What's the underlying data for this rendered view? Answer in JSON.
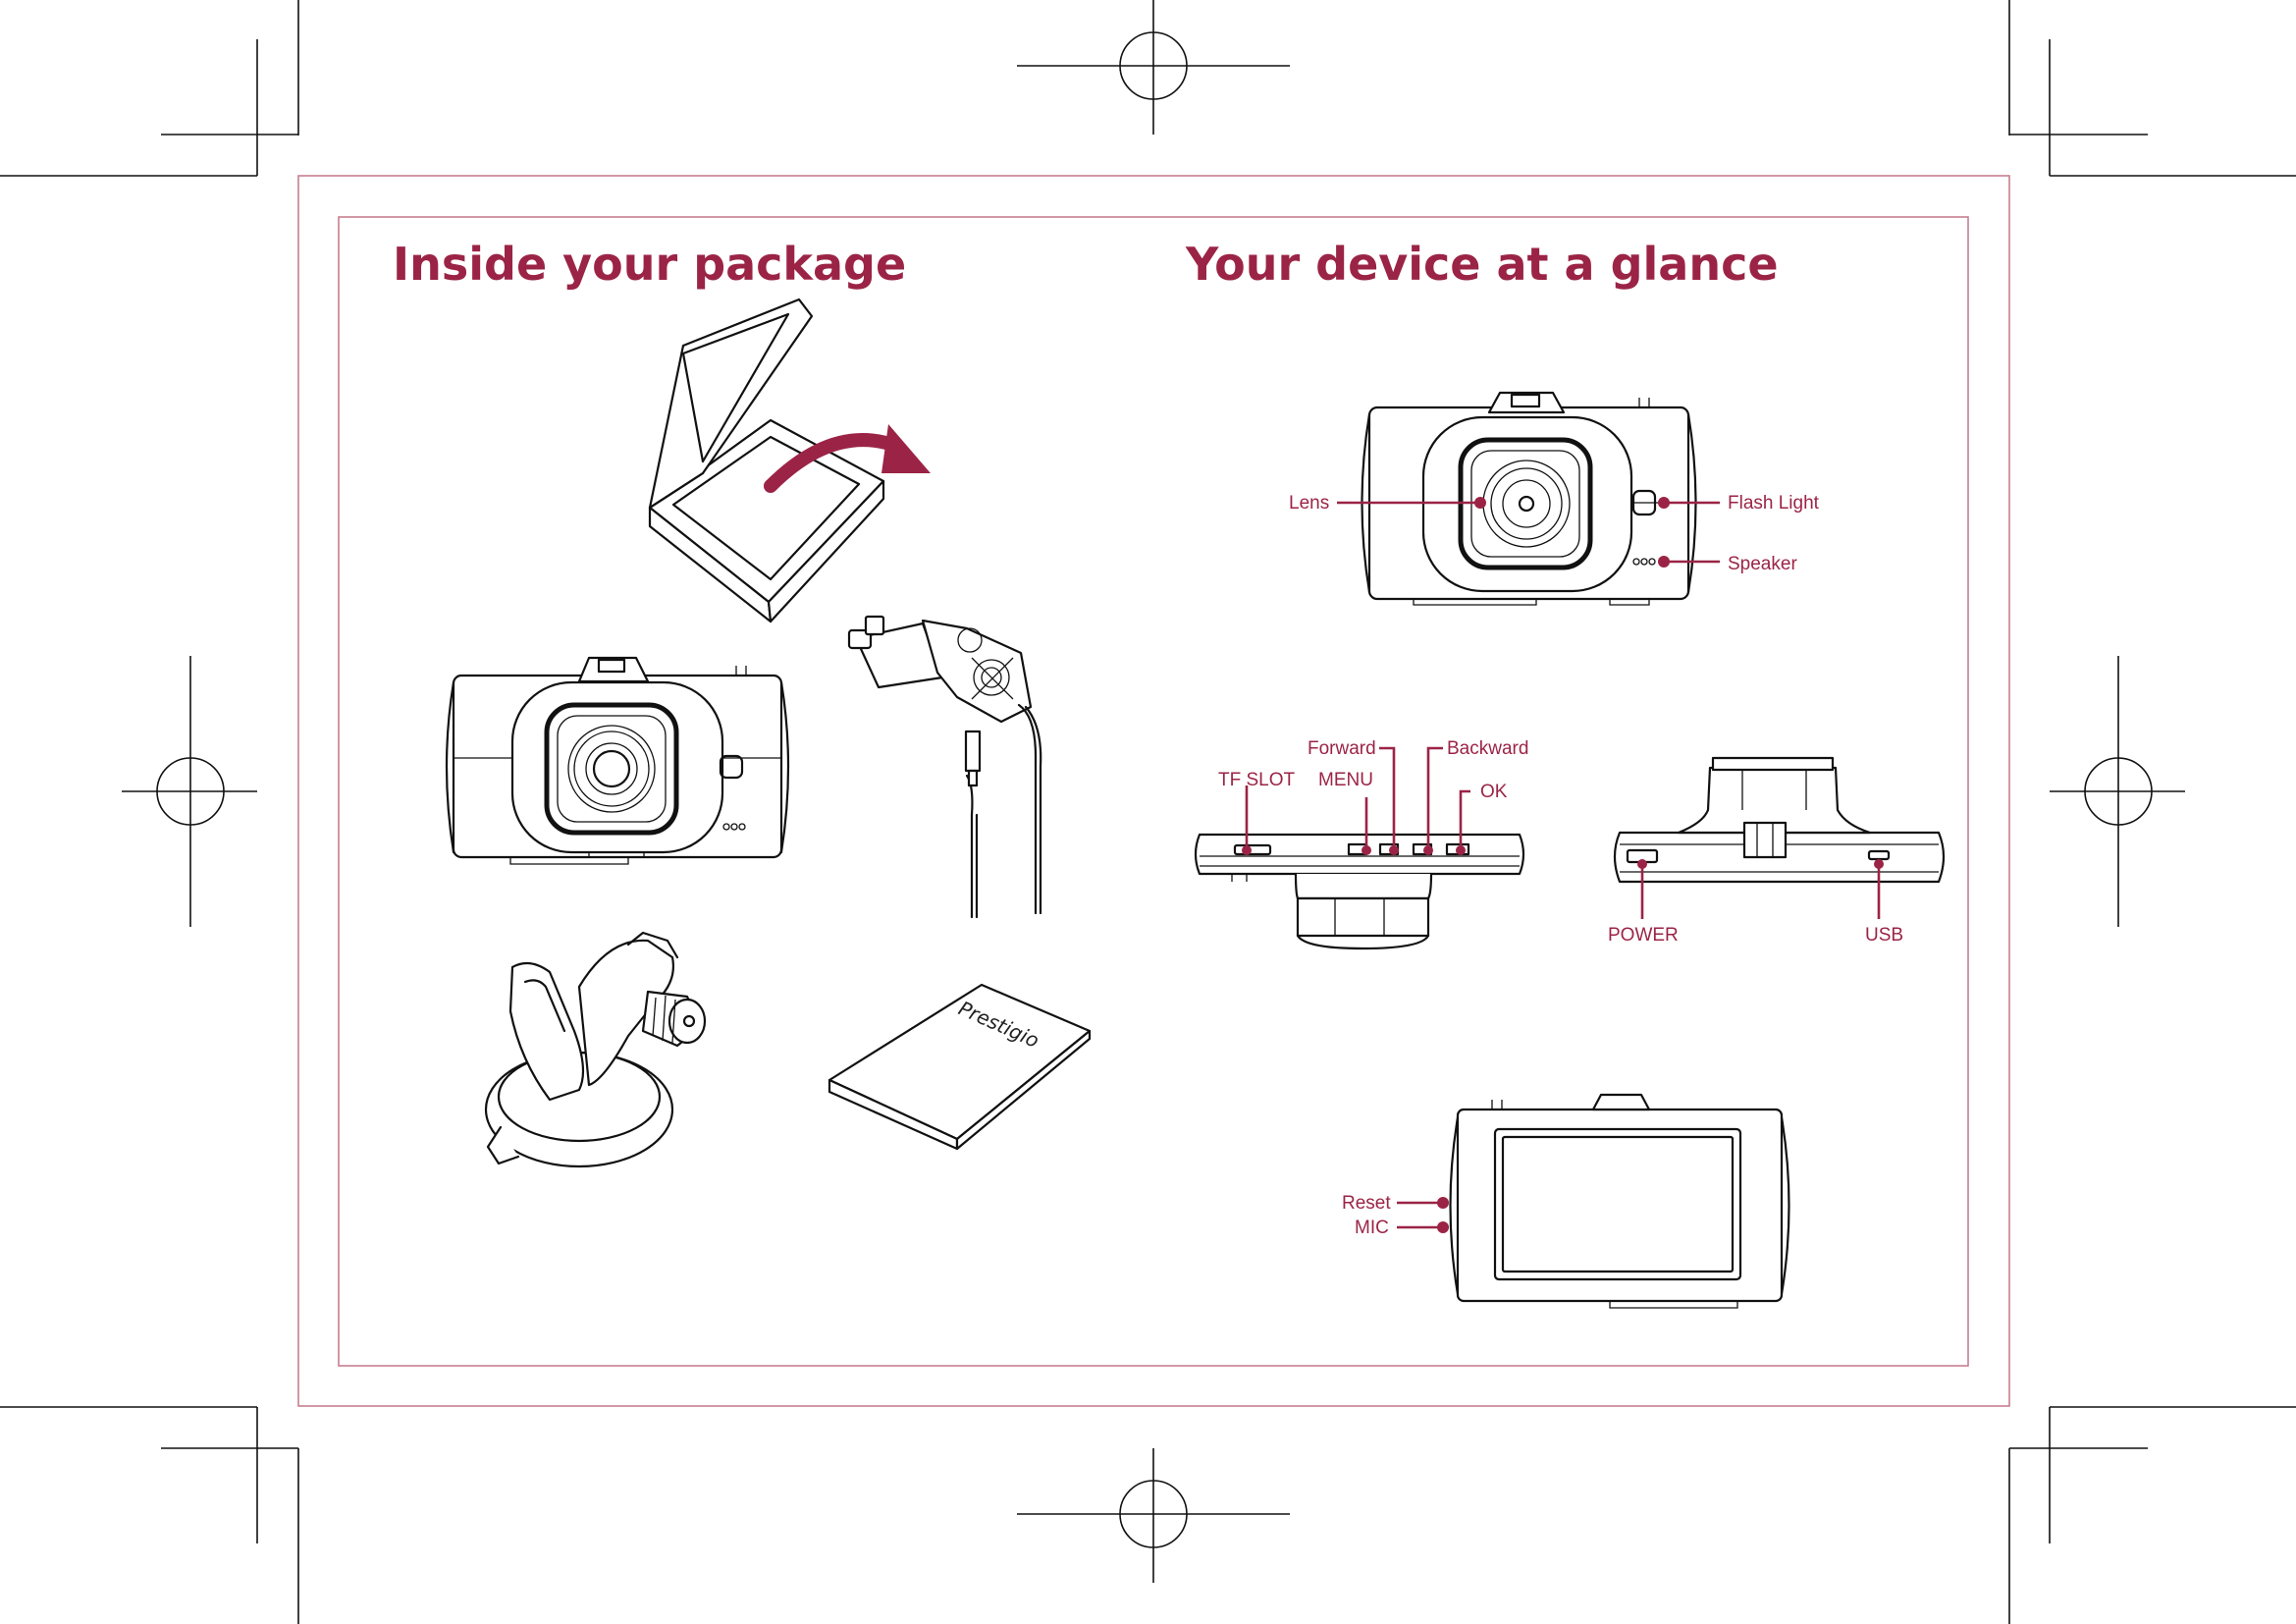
{
  "headings": {
    "inside_package": "Inside your package",
    "device_glance": "Your device at a glance"
  },
  "manual": {
    "brand": "Prestigio"
  },
  "front_labels": {
    "lens": "Lens",
    "flash_light": "Flash Light",
    "speaker": "Speaker"
  },
  "top_labels": {
    "forward": "Forward",
    "backward": "Backward",
    "tf_slot": "TF SLOT",
    "menu": "MENU",
    "ok": "OK"
  },
  "bottom_labels": {
    "power": "POWER",
    "usb": "USB"
  },
  "back_labels": {
    "reset": "Reset",
    "mic": "MIC"
  },
  "colors": {
    "accent": "#9b2446",
    "line": "#111111",
    "frame": "#c77f8f"
  }
}
